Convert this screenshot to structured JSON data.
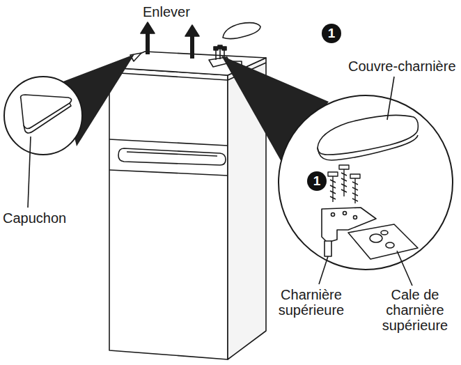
{
  "diagram": {
    "labels": [
      "Enlever",
      "1",
      "Couvre-charnière",
      "1",
      "Capuchon",
      "Charnière supérieure",
      "Cale de charnière supérieure"
    ]
  }
}
